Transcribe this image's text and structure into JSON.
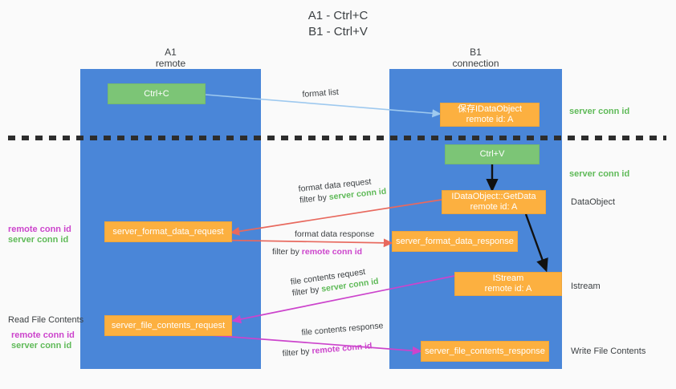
{
  "title": {
    "line1": "A1 - Ctrl+C",
    "line2": "B1 - Ctrl+V"
  },
  "columns": [
    {
      "name": "A1",
      "role": "remote"
    },
    {
      "name": "B1",
      "role": "connection"
    }
  ],
  "boxes": {
    "ctrl_c": {
      "label": "Ctrl+C"
    },
    "ctrl_v": {
      "label": "Ctrl+V"
    },
    "save_dataobject": {
      "line1": "保存IDataObject",
      "line2": "remote id: A"
    },
    "getdata": {
      "line1": "IDataObject::GetData",
      "line2": "remote id: A"
    },
    "istream": {
      "line1": "IStream",
      "line2": "remote id: A"
    },
    "server_format_data_request": {
      "label": "server_format_data_request"
    },
    "server_format_data_response": {
      "label": "server_format_data_response"
    },
    "server_file_contents_request": {
      "label": "server_file_contents_request"
    },
    "server_file_contents_response": {
      "label": "server_file_contents_response"
    }
  },
  "edges": {
    "format_list": {
      "label": "format list"
    },
    "format_data_request": {
      "line1": "format data request",
      "filter_prefix": "filter by ",
      "filter_key": "server conn id"
    },
    "format_data_response": {
      "line1": "format data response",
      "filter_prefix": "filter by ",
      "filter_key": "remote conn id"
    },
    "file_contents_request": {
      "line1": "file contents request",
      "filter_prefix": "filter by ",
      "filter_key": "server conn id"
    },
    "file_contents_response": {
      "line1": "file contents response",
      "filter_prefix": "filter by ",
      "filter_key": "remote conn id"
    }
  },
  "right_labels": {
    "server_conn_id_top": "server conn id",
    "server_conn_id_mid": "server conn id",
    "dataobject": "DataObject",
    "istream": "Istream",
    "write_file_contents": "Write File Contents"
  },
  "left_labels": {
    "format_remote_conn_id": "remote conn id",
    "format_server_conn_id": "server conn id",
    "read_file_contents": "Read File Contents",
    "file_remote_conn_id": "remote conn id",
    "file_server_conn_id": "server conn id"
  },
  "colors": {
    "panel": "#4a86d8",
    "green_box": "#7cc576",
    "orange_box": "#fcb040",
    "green_text": "#5fba58",
    "purple_text": "#cc44cc",
    "red_arrow": "#e8695e",
    "magenta_arrow": "#cc44cc",
    "lightblue_arrow": "#9ec9ef",
    "black_arrow": "#111111",
    "background": "#fafafa"
  }
}
